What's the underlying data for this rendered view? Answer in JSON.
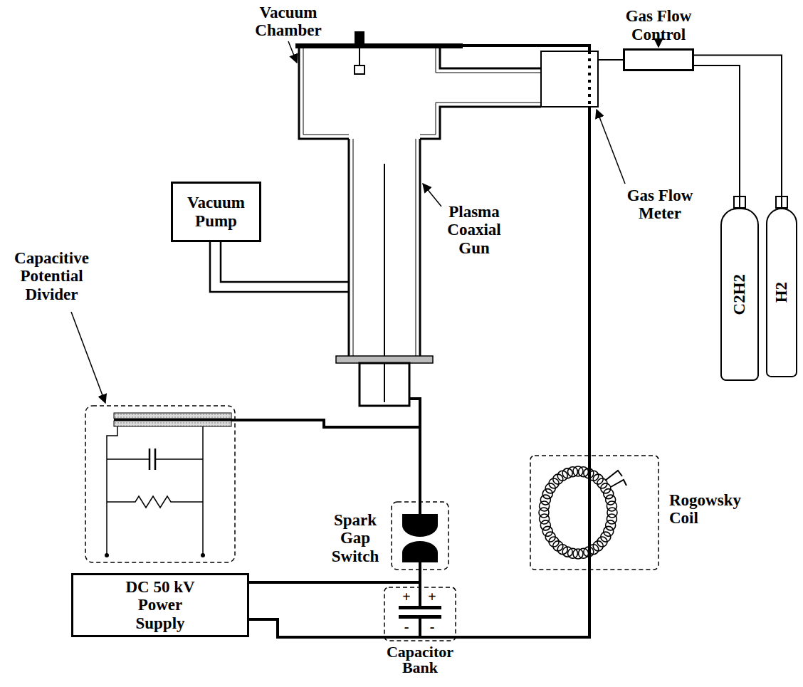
{
  "diagram": {
    "nodes": [
      {
        "text": [
          "Gas Flow Control"
        ]
      },
      {
        "text": [
          "Vacuum Pump"
        ]
      },
      {
        "text": [
          "C2H2"
        ]
      },
      {
        "text": [
          "H2"
        ]
      },
      {
        "text": [
          "DC 50 kV Power Supply"
        ]
      }
    ],
    "edges": [
      {
        "from": 2,
        "to": 0,
        "arrow": "none"
      },
      {
        "from": 3,
        "to": 0,
        "arrow": "none"
      }
    ],
    "labels": [
      "Vacuum Chamber",
      "Gas Flow Meter",
      "Plasma Coaxial Gun",
      "Capacitive Potential Divider",
      "Spark Gap Switch",
      "Rogowsky Coil",
      "Capacitor Bank",
      "+",
      "+",
      "-",
      "-"
    ]
  }
}
